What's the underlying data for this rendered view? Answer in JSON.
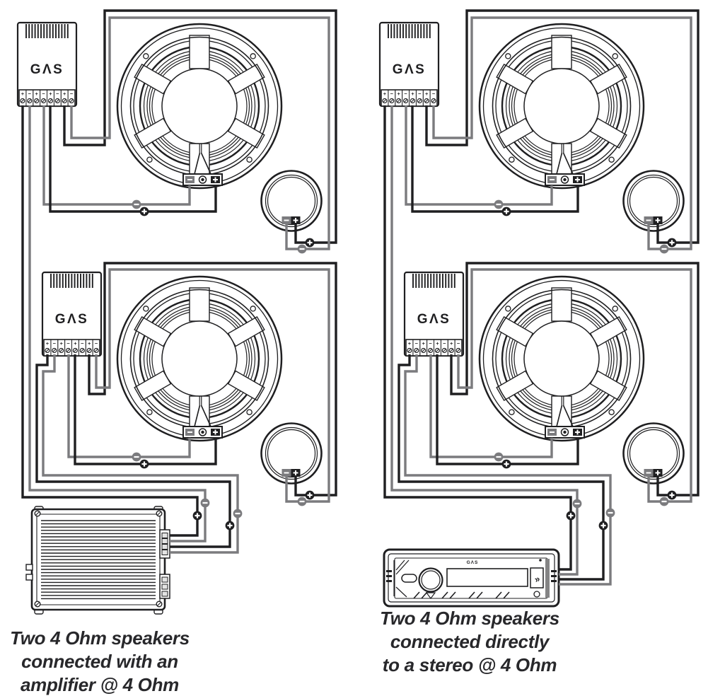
{
  "diagram": {
    "background": "#ffffff",
    "wire_colors": {
      "positive": "#1f1f21",
      "negative": "#7b7b7e"
    },
    "line_color": "#1f1f21",
    "text_color": "#28282b",
    "crossover": {
      "label": "GAS",
      "styled_label": "GΛS",
      "terminal_signs": [
        "+",
        "−",
        "+",
        "−",
        "+",
        "−",
        "+",
        "−"
      ]
    },
    "stereo": {
      "label": "GAS",
      "styled_label": "GΛS"
    },
    "polarity": {
      "plus": "+",
      "minus": "−"
    },
    "speaker_terminals": {
      "minus": "−",
      "plus": "+"
    },
    "captions": {
      "left": {
        "lines": [
          "Two 4 Ohm speakers",
          "connected with an",
          "amplifier @ 4 Ohm"
        ]
      },
      "right": {
        "lines": [
          "Two 4 Ohm speakers",
          "connected directly",
          "to a stereo @ 4 Ohm"
        ]
      }
    }
  }
}
